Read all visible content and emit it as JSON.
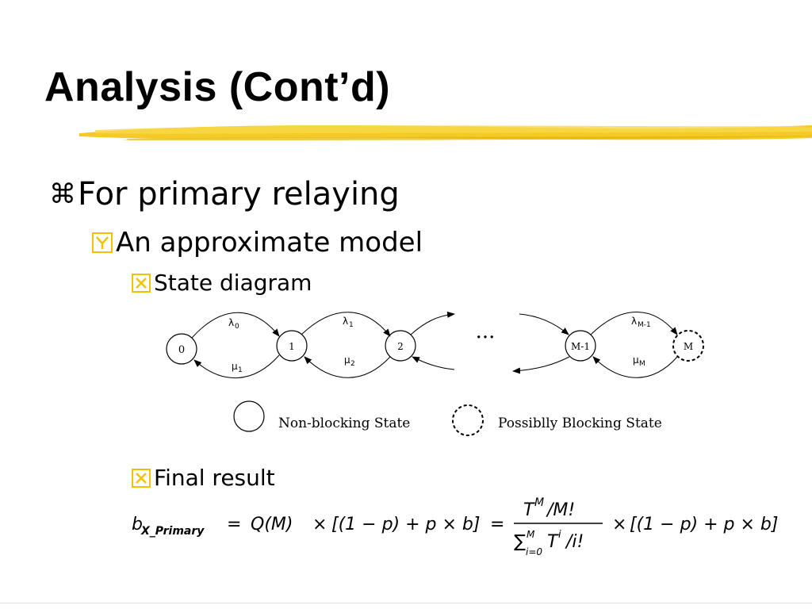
{
  "slide": {
    "title": "Analysis (Cont’d)",
    "bullets": {
      "level1": {
        "icon": "command-bullet-icon",
        "mark": "⌘",
        "text": "For primary relaying"
      },
      "level2": {
        "icon": "y-box-bullet-icon",
        "text": "An approximate model"
      },
      "level3_a": {
        "icon": "x-box-bullet-icon",
        "text": "State diagram"
      },
      "level3_b": {
        "icon": "x-box-bullet-icon",
        "text": "Final result"
      }
    },
    "diagram": {
      "states": [
        "0",
        "1",
        "2",
        "M-1",
        "M"
      ],
      "ellipsis": "···",
      "arrival_rates": [
        "λ",
        "λ",
        "λ"
      ],
      "arrival_subscripts": [
        "0",
        "1",
        "M-1"
      ],
      "service_rates": [
        "μ",
        "μ",
        "μ"
      ],
      "service_subscripts": [
        "1",
        "2",
        "M"
      ],
      "legend": {
        "non_blocking": "Non-blocking State",
        "blocking": "Possiblly Blocking State"
      }
    },
    "formula": {
      "b": "b",
      "b_subscript": "X_Primary",
      "equals": "=",
      "QM": "Q(M)",
      "times": "×",
      "bracket_expr": "[(1 − p) + p × b]",
      "numerator": "T",
      "numerator_sup": "M",
      "numerator_rest": "/M!",
      "denominator_sum": "∑",
      "denominator_sub": "i=0",
      "denominator_sup": "M",
      "denominator_T": "T",
      "denominator_sup_i": "i",
      "denominator_rest": "/i!"
    },
    "colors": {
      "accent": "#f2c200",
      "text": "#000000"
    }
  }
}
